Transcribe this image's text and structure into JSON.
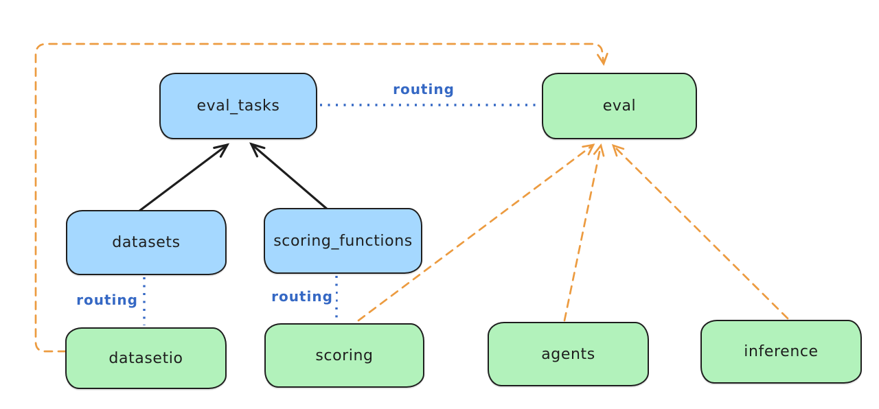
{
  "diagram": {
    "type": "flow-diagram",
    "nodes": {
      "eval_tasks": {
        "label": "eval_tasks",
        "group": "resource-blue"
      },
      "eval": {
        "label": "eval",
        "group": "api-green"
      },
      "datasets": {
        "label": "datasets",
        "group": "resource-blue"
      },
      "scoring_functions": {
        "label": "scoring_functions",
        "group": "resource-blue"
      },
      "datasetio": {
        "label": "datasetio",
        "group": "api-green"
      },
      "scoring": {
        "label": "scoring",
        "group": "api-green"
      },
      "agents": {
        "label": "agents",
        "group": "api-green"
      },
      "inference": {
        "label": "inference",
        "group": "api-green"
      }
    },
    "edge_label": "routing",
    "edges": [
      {
        "from": "datasets",
        "to": "eval_tasks",
        "style": "solid",
        "arrow": true,
        "color": "black"
      },
      {
        "from": "scoring_functions",
        "to": "eval_tasks",
        "style": "solid",
        "arrow": true,
        "color": "black"
      },
      {
        "from": "eval_tasks",
        "to": "eval",
        "style": "dotted",
        "arrow": false,
        "color": "blue",
        "label": "routing"
      },
      {
        "from": "datasets",
        "to": "datasetio",
        "style": "dotted",
        "arrow": false,
        "color": "blue",
        "label": "routing"
      },
      {
        "from": "scoring_functions",
        "to": "scoring",
        "style": "dotted",
        "arrow": false,
        "color": "blue",
        "label": "routing"
      },
      {
        "from": "datasetio",
        "to": "eval",
        "style": "dashed",
        "arrow": true,
        "color": "orange",
        "route": "left-top-loop"
      },
      {
        "from": "scoring",
        "to": "eval",
        "style": "dashed",
        "arrow": true,
        "color": "orange"
      },
      {
        "from": "agents",
        "to": "eval",
        "style": "dashed",
        "arrow": true,
        "color": "orange"
      },
      {
        "from": "inference",
        "to": "eval",
        "style": "dashed",
        "arrow": true,
        "color": "orange"
      }
    ]
  },
  "colors": {
    "blue_fill": "#a5d8ff",
    "green_fill": "#b2f2bb",
    "stroke": "#1e1e1e",
    "routing_blue": "#3568c4",
    "orange": "#ec9b40",
    "background": "#ffffff"
  }
}
